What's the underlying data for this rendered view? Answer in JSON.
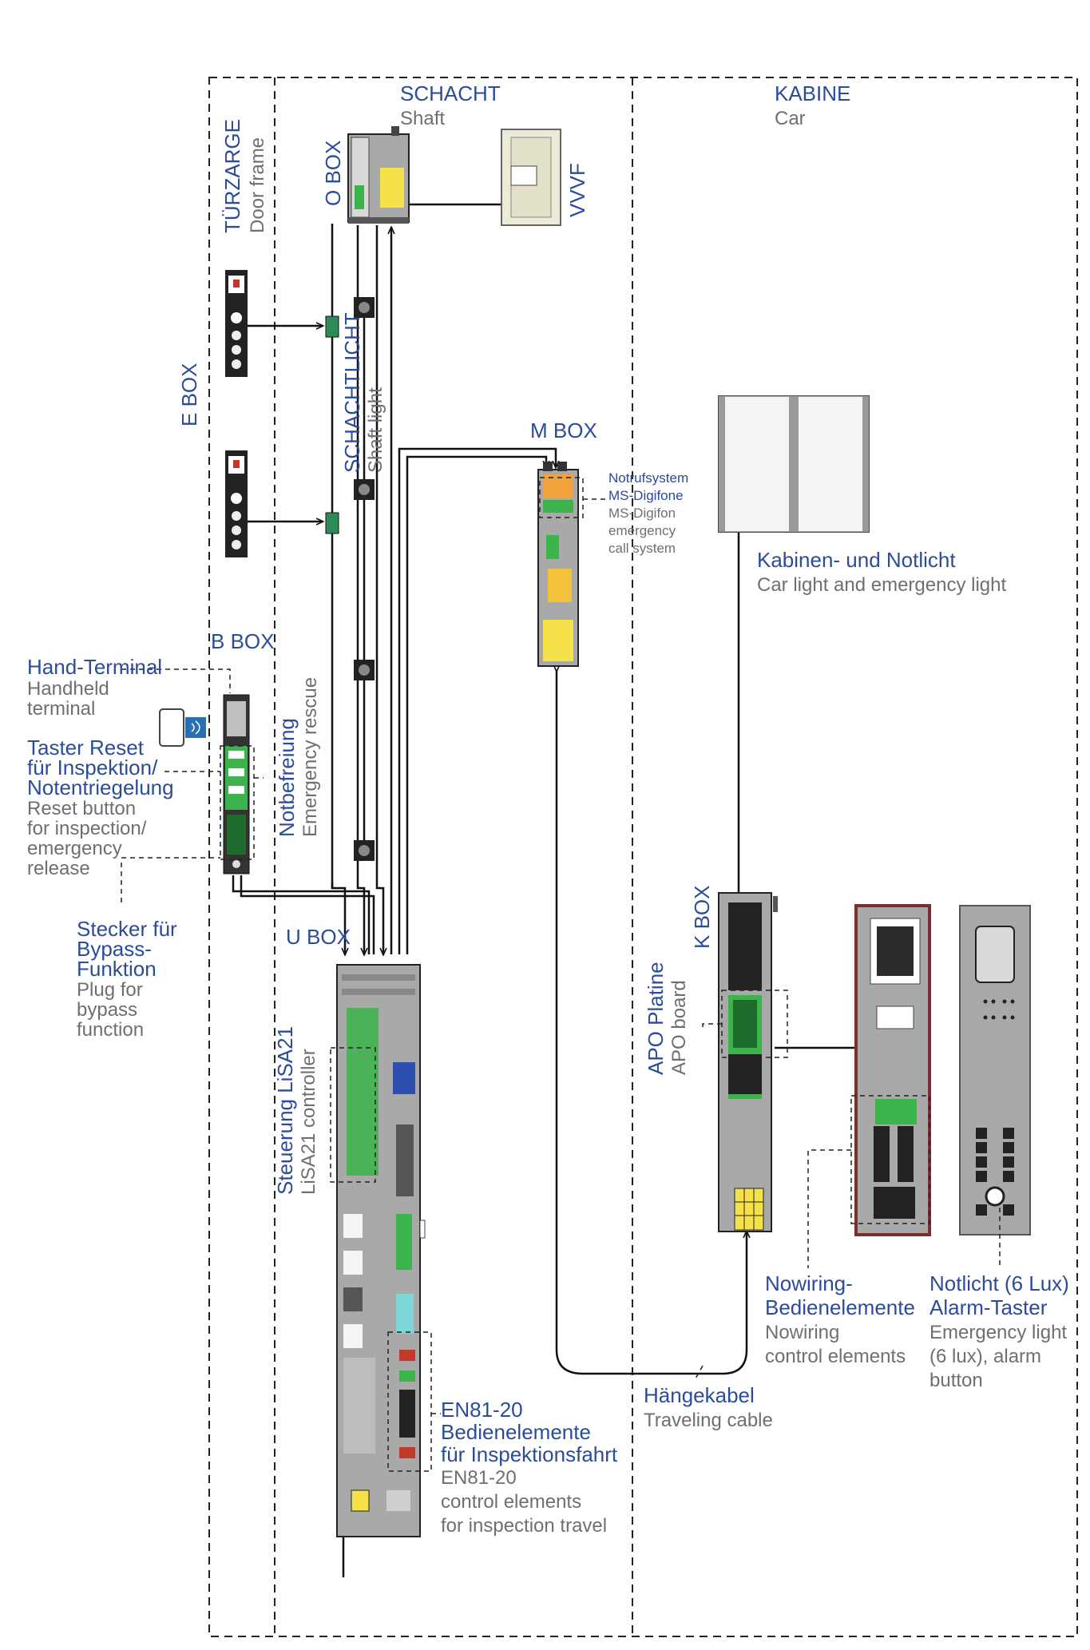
{
  "zones": {
    "schacht": {
      "de": "SCHACHT",
      "en": "Shaft"
    },
    "kabine": {
      "de": "KABINE",
      "en": "Car"
    },
    "tuerzarge": {
      "de": "TÜRZARGE",
      "en": "Door frame"
    }
  },
  "components": {
    "obox": "O BOX",
    "vvvf": "VVVF",
    "ebox": "E BOX",
    "schachtlicht": {
      "de": "SCHACHTLICHT",
      "en": "Shaft light"
    },
    "mbox": "M BOX",
    "notruf": {
      "de1": "Notrufsystem",
      "de2": "MS-Digifone",
      "en1": "MS-Digifon",
      "en2": "emergency",
      "en3": "call system"
    },
    "kabinenlicht": {
      "de": "Kabinen- und Notlicht",
      "en": "Car light and emergency light"
    },
    "bbox": "B BOX",
    "handterminal": {
      "de": "Hand-Terminal",
      "en1": "Handheld",
      "en2": "terminal"
    },
    "taster": {
      "de1": "Taster Reset",
      "de2": "für Inspektion/",
      "de3": "Notentriegelung",
      "en1": "Reset button",
      "en2": "for inspection/",
      "en3": "emergency",
      "en4": "release"
    },
    "notbefreiung": {
      "de": "Notbefreiung",
      "en": "Emergency rescue"
    },
    "stecker": {
      "de1": "Stecker für",
      "de2": "Bypass-",
      "de3": "Funktion",
      "en1": "Plug for",
      "en2": "bypass",
      "en3": "function"
    },
    "ubox": "U BOX",
    "steuerung": {
      "de": "Steuerung LiSA21",
      "en": "LiSA21 controller"
    },
    "kbox": "K BOX",
    "apo": {
      "de": "APO Platine",
      "en": "APO board"
    },
    "en81": {
      "de1": "EN81-20",
      "de2": "Bedienelemente",
      "de3": "für Inspektionsfahrt",
      "en1": "EN81-20",
      "en2": "control elements",
      "en3": "for inspection travel"
    },
    "haengekabel": {
      "de": "Hängekabel",
      "en": "Traveling cable"
    },
    "nowiring": {
      "de1": "Nowiring-",
      "de2": "Bedienelemente",
      "en1": "Nowiring",
      "en2": "control elements"
    },
    "notlicht": {
      "de1": "Notlicht (6 Lux)",
      "de2": "Alarm-Taster",
      "en1": "Emergency light",
      "en2": "(6 lux), alarm",
      "en3": "button"
    }
  },
  "colors": {
    "label_blue": "#2b4c9b",
    "label_gray": "#6f6f6f",
    "box_gray": "#a9a9a9",
    "pcb_green": "#3cb44b",
    "yellow": "#f5e14a",
    "orange": "#f2a23a",
    "panel_red": "#7a3030"
  }
}
